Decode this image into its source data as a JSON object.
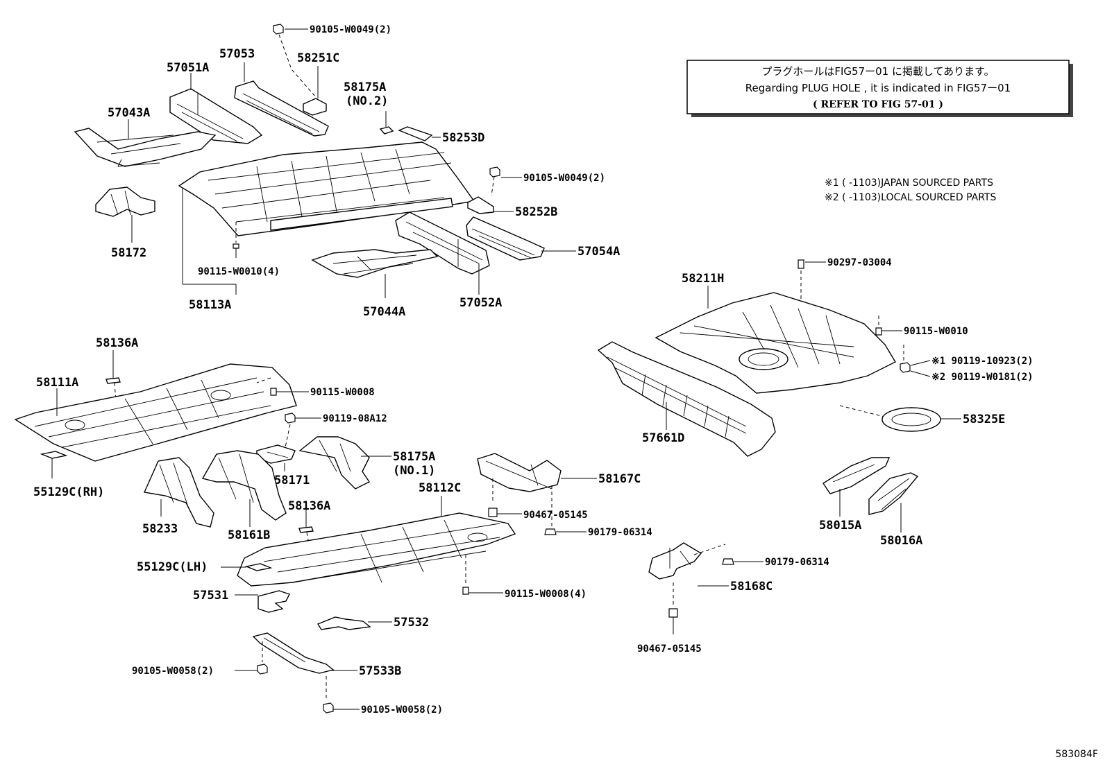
{
  "note": {
    "line1": "プラグホールはFIG57ー01 に掲載してあります。",
    "line2": "Regarding PLUG HOLE , it is indicated in FIG57ー01",
    "line3": "( REFER TO FIG 57-01 )"
  },
  "sources": {
    "line1": "※1 (      -1103)JAPAN SOURCED PARTS",
    "line2": "※2 (      -1103)LOCAL SOURCED PARTS"
  },
  "figure_code": "583084F",
  "labels": {
    "p90105_w0049_top": "90105-W0049(2)",
    "p57053": "57053",
    "p58251c": "58251C",
    "p57051a": "57051A",
    "p58175a_no2": "58175A",
    "p58175a_no2_sub": "(NO.2)",
    "p57043a": "57043A",
    "p58253d": "58253D",
    "p90105_w0049_mid": "90105-W0049(2)",
    "p58252b": "58252B",
    "p57054a": "57054A",
    "p58172": "58172",
    "p90115_w0010_4": "90115-W0010(4)",
    "p58113a": "58113A",
    "p57044a": "57044A",
    "p57052a": "57052A",
    "p90297_03004": "90297-03004",
    "p58211h": "58211H",
    "p90115_w0010": "90115-W0010",
    "p90119_10923": "※1 90119-10923(2)",
    "p90119_w0181": "※2 90119-W0181(2)",
    "p57661d": "57661D",
    "p58325e": "58325E",
    "p58136a_top": "58136A",
    "p58111a": "58111A",
    "p90115_w0008": "90115-W0008",
    "p90119_08a12": "90119-08A12",
    "p58175a_no1": "58175A",
    "p58175a_no1_sub": "(NO.1)",
    "p58171": "58171",
    "p55129c_rh": "55129C(RH)",
    "p58167c": "58167C",
    "p58112c": "58112C",
    "p58136a_mid": "58136A",
    "p58233": "58233",
    "p58161b": "58161B",
    "p90467_05145_a": "90467-05145",
    "p90179_06314_a": "90179-06314",
    "p58015a": "58015A",
    "p58016a": "58016A",
    "p55129c_lh": "55129C(LH)",
    "p90179_06314_b": "90179-06314",
    "p58168c": "58168C",
    "p57531": "57531",
    "p90115_w0008_4": "90115-W0008(4)",
    "p57532": "57532",
    "p90467_05145_b": "90467-05145",
    "p90105_w0058_a": "90105-W0058(2)",
    "p57533b": "57533B",
    "p90105_w0058_b": "90105-W0058(2)"
  }
}
